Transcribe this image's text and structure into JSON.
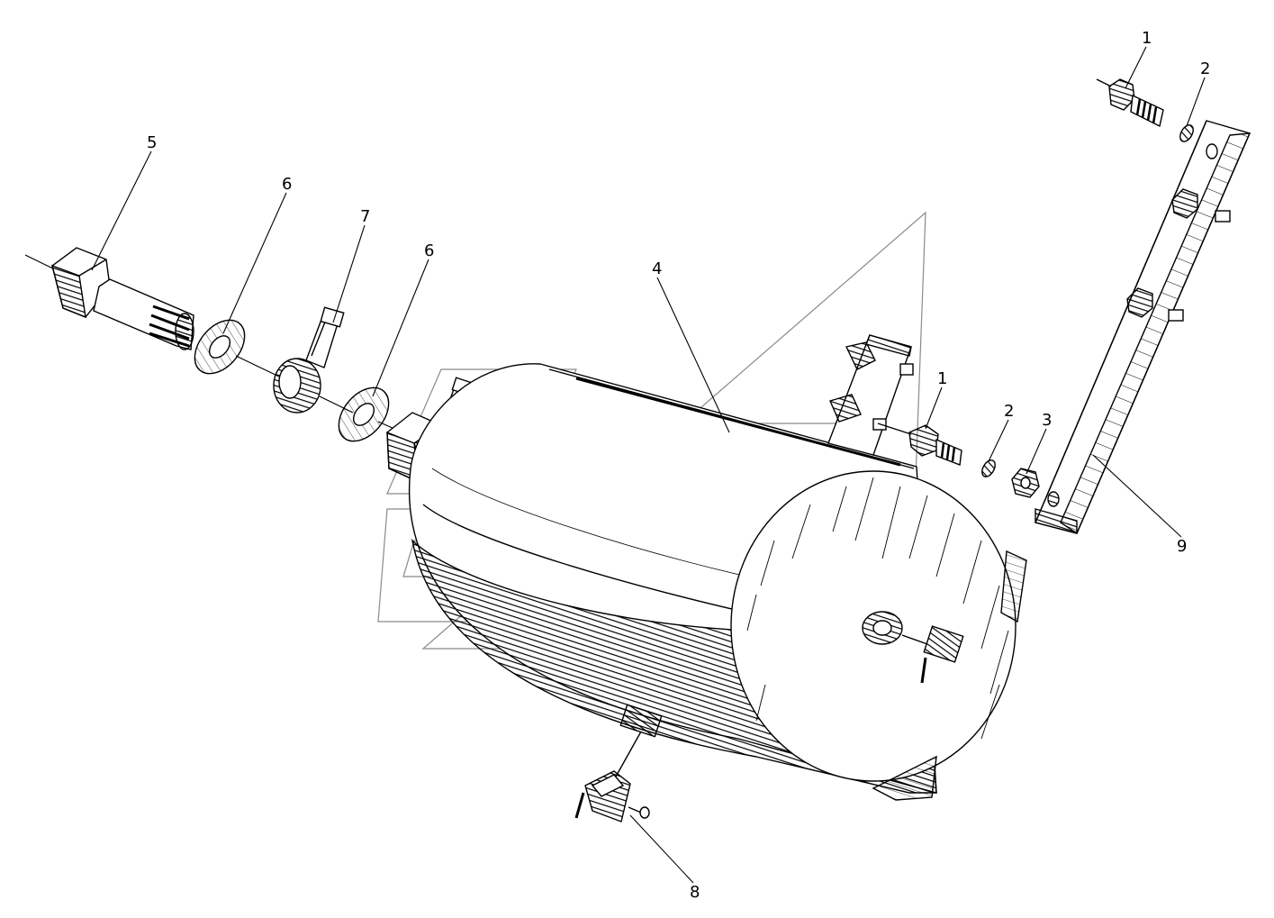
{
  "diagram": {
    "callouts": {
      "c1a": "1",
      "c2a": "2",
      "c5": "5",
      "c6a": "6",
      "c7": "7",
      "c6b": "6",
      "c4": "4",
      "c1b": "1",
      "c2b": "2",
      "c3": "3",
      "c9": "9",
      "c8": "8"
    }
  },
  "colors": {
    "ink": "#000000",
    "paper": "#ffffff",
    "watermark": "#8a8a8a"
  }
}
